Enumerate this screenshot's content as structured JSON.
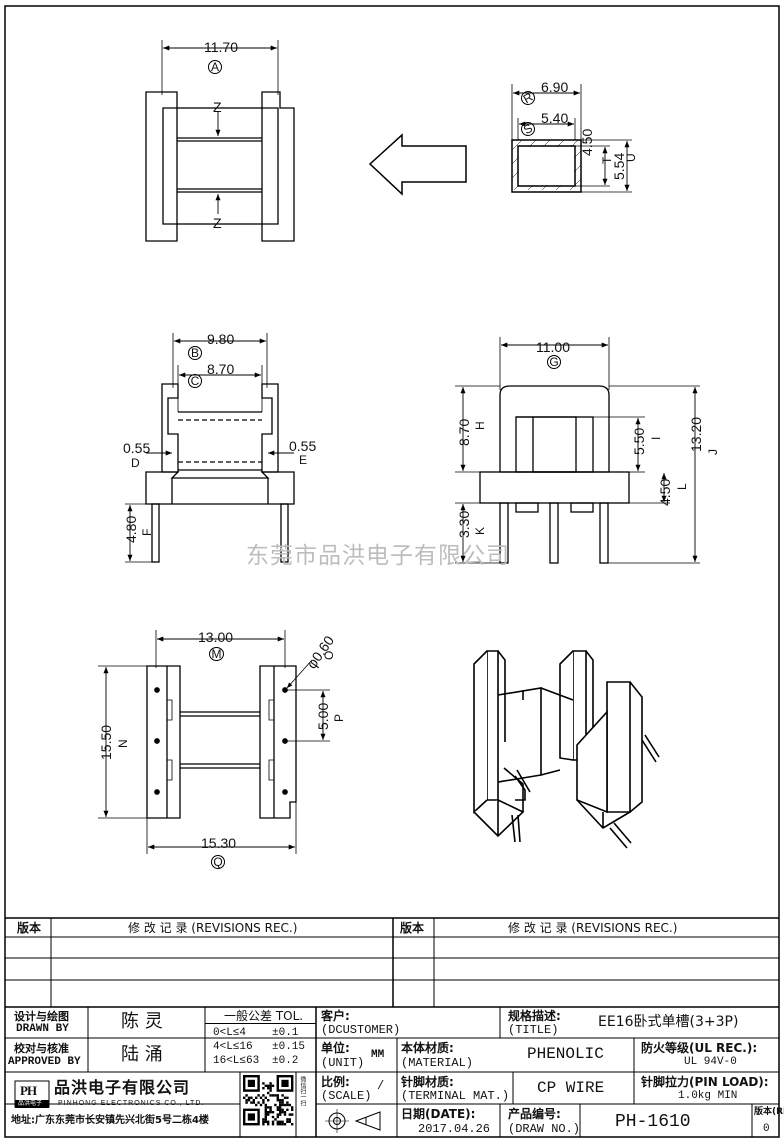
{
  "watermark": "东莞市品洪电子有限公司",
  "dims": {
    "d1170": "11.70",
    "A": "A",
    "d690": "6.90",
    "R": "R",
    "d540": "5.40",
    "S": "S",
    "d450t": "4.50",
    "T": "T",
    "d554": "5.54",
    "U": "U",
    "z1": "Z",
    "z2": "Z",
    "d980": "9.80",
    "B": "B",
    "d870a": "8.70",
    "C": "C",
    "d055a": "0.55",
    "D": "D",
    "d055b": "0.55",
    "E": "E",
    "d480": "4.80",
    "F": "F",
    "d1100": "11.00",
    "G": "G",
    "d870b": "8.70",
    "H": "H",
    "d550": "5.50",
    "I": "I",
    "d1320": "13.20",
    "J": "J",
    "d450": "4.50",
    "L": "L",
    "d330": "3.30",
    "K": "K",
    "d1300": "13.00",
    "M": "M",
    "d060": "φ0.60",
    "O": "O",
    "d500": "5.00",
    "P": "P",
    "d1550": "15.50",
    "N": "N",
    "d1530": "15.30",
    "Q": "Q"
  },
  "revisions": {
    "ver_label": "版本",
    "rec_label": "修 改 记 录 (REVISIONS REC.)"
  },
  "titleblock": {
    "drawn_cn": "设计与绘图",
    "drawn_en": "DRAWN BY",
    "drawn_name": "陈 灵",
    "approved_cn": "校对与核准",
    "approved_en": "APPROVED BY",
    "approved_name": "陆 涌",
    "tol_title": "一般公差 TOL.",
    "tol_r1a": "0<L≤4",
    "tol_r1b": "±0.1",
    "tol_r2a": "4<L≤16",
    "tol_r2b": "±0.15",
    "tol_r3a": "16<L≤63",
    "tol_r3b": "±0.2",
    "customer_cn": "客户:",
    "customer_en": "(DCUSTOMER)",
    "title_cn": "规格描述:",
    "title_en": "(TITLE)",
    "title_value": "EE16卧式单槽(3+3P)",
    "unit_cn": "单位:",
    "unit_en": "(UNIT)",
    "unit_value": "MM",
    "material_cn": "本体材质:",
    "material_en": "(MATERIAL)",
    "material_value": "PHENOLIC",
    "ul_cn": "防火等级(UL REC.):",
    "ul_value": "UL 94V-0",
    "scale_cn": "比例:",
    "scale_en": "(SCALE)",
    "scale_value": "/",
    "terminal_cn": "针脚材质:",
    "terminal_en": "(TERMINAL MAT.)",
    "terminal_value": "CP WIRE",
    "pinload_cn": "针脚拉力(PIN LOAD):",
    "pinload_value": "1.0kg MIN",
    "date_cn": "日期(DATE):",
    "date_value": "2017.04.26",
    "drawno_cn": "产品编号:",
    "drawno_en": "(DRAW NO.)",
    "drawno_value": "PH-1610",
    "rev_cn": "版本(REV):",
    "rev_value": "0",
    "company_cn": "品洪电子有限公司",
    "company_en": "PINHONG ELECTRONICS CO., LTD.",
    "logo_text": "PH",
    "logo_sub": "品洪电子",
    "address": "地址:广东东莞市长安镇先兴北街5号二栋4楼",
    "qr_side": "微信扫一扫"
  }
}
